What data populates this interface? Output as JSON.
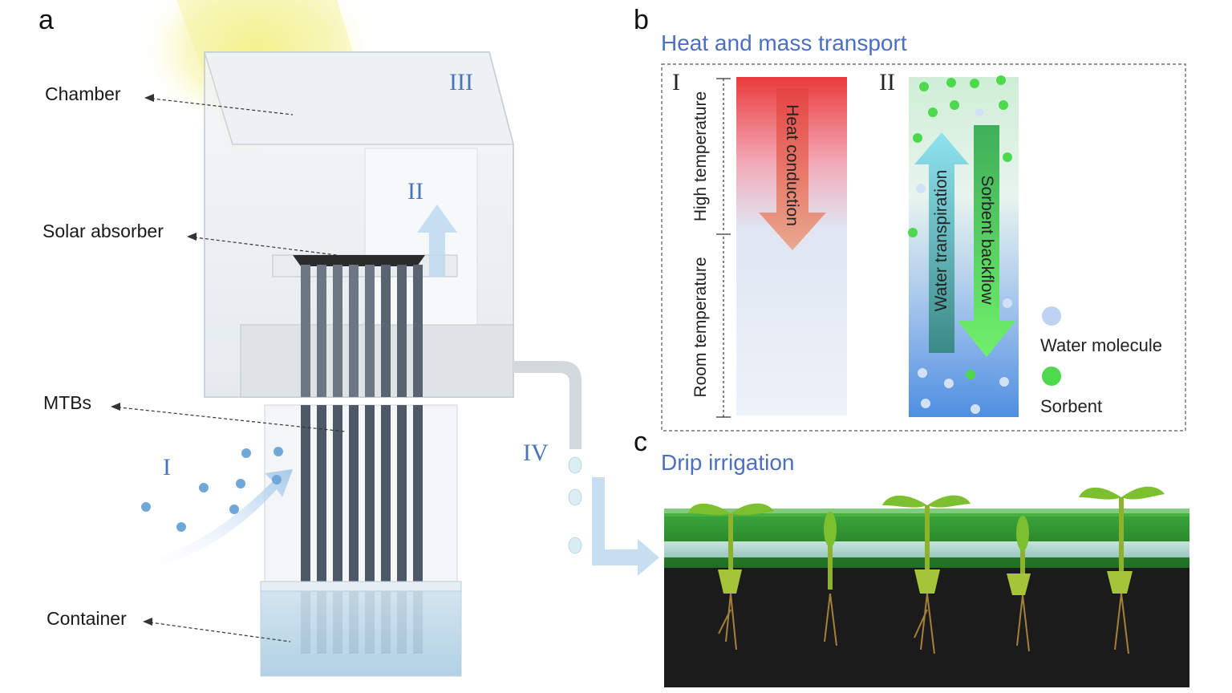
{
  "panels": {
    "a": {
      "letter": "a",
      "callouts": {
        "chamber": "Chamber",
        "solar_absorber": "Solar absorber",
        "mtbs": "MTBs",
        "container": "Container"
      },
      "stage_labels": {
        "i": "I",
        "ii": "II",
        "iii": "III",
        "iv": "IV"
      }
    },
    "b": {
      "letter": "b",
      "title": "Heat and mass transport",
      "part_i": {
        "label": "I",
        "high_temperature": "High temperature",
        "room_temperature": "Room temperature",
        "arrow_label": "Heat conduction"
      },
      "part_ii": {
        "label": "II",
        "up_arrow_label": "Water transpiration",
        "down_arrow_label": "Sorbent backflow"
      },
      "legend": [
        {
          "label": "Water molecule",
          "color": "#bcd3f2"
        },
        {
          "label": "Sorbent",
          "color": "#4cd94c"
        }
      ]
    },
    "c": {
      "letter": "c",
      "title": "Drip irrigation"
    }
  },
  "colors": {
    "title_blue": "#4d6fc0",
    "roman_blue": "#4a74b8",
    "heat_red": "#ea3b3b",
    "grass_green": "#2f8a2a",
    "soil": "#1b1b1b"
  }
}
